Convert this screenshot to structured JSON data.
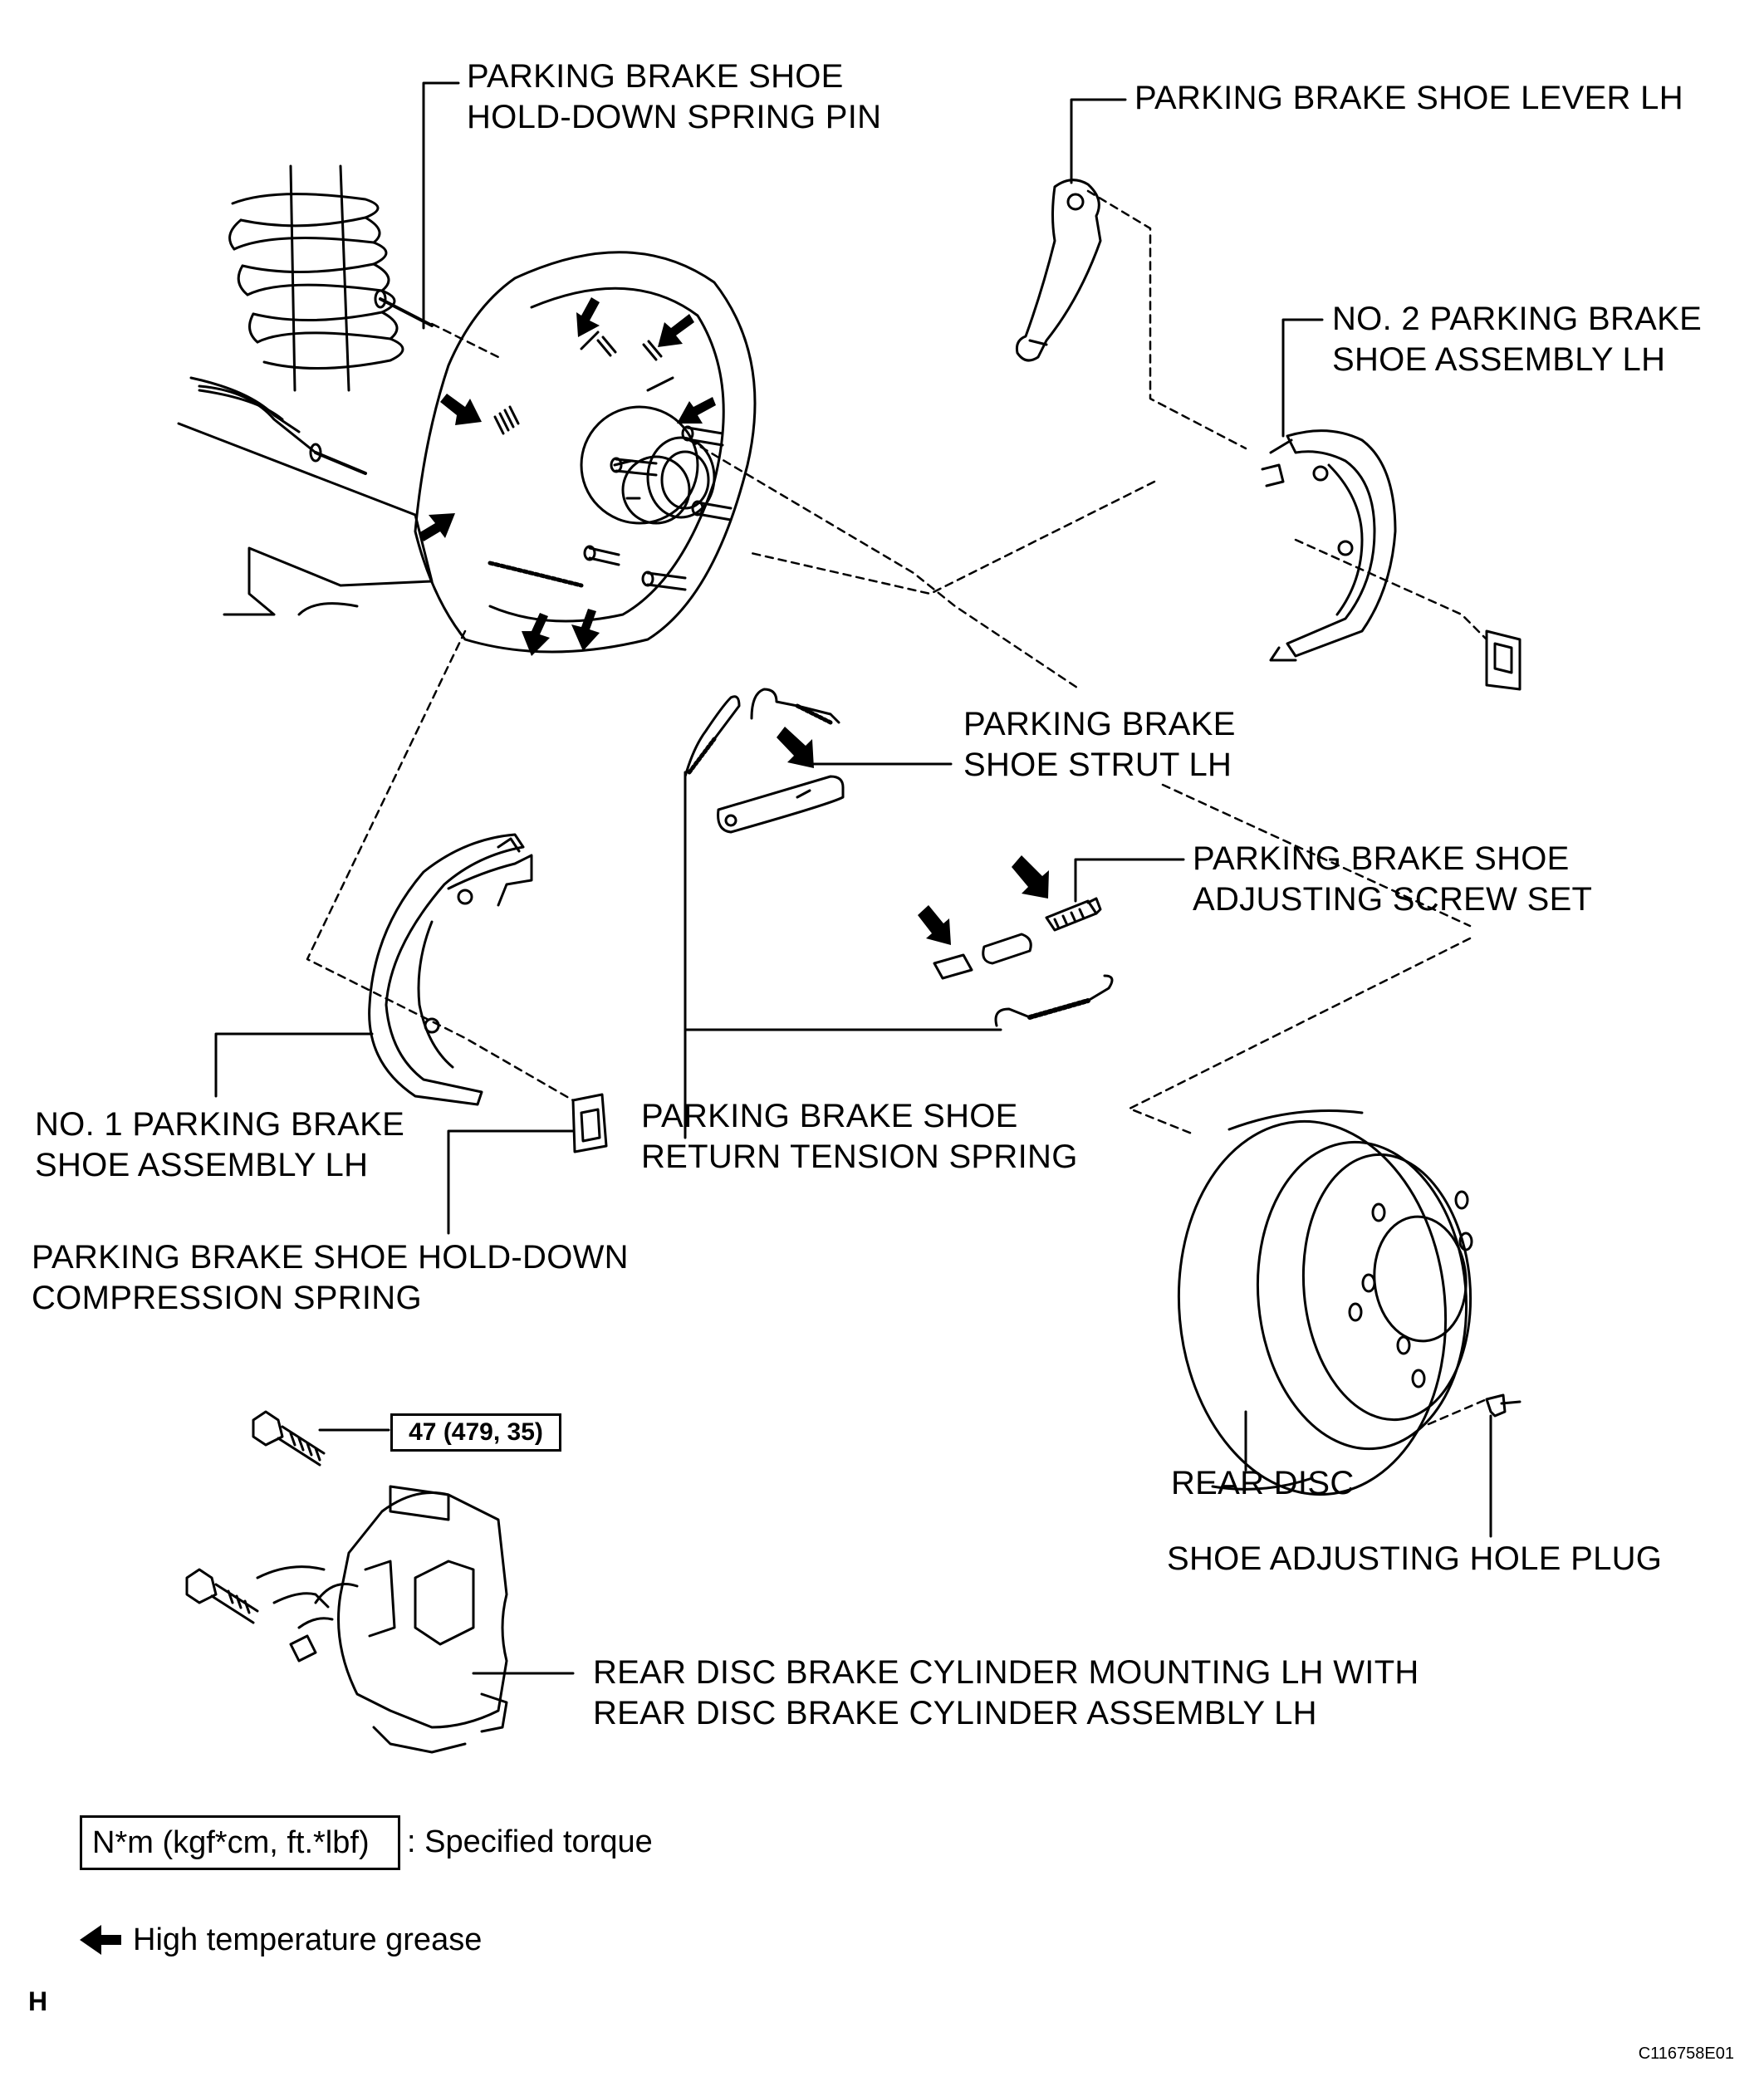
{
  "labels": {
    "hold_down_pin": [
      "PARKING BRAKE SHOE",
      "HOLD-DOWN SPRING PIN"
    ],
    "shoe_lever": [
      "PARKING BRAKE SHOE LEVER LH"
    ],
    "no2_shoe": [
      "NO. 2 PARKING BRAKE",
      "SHOE ASSEMBLY LH"
    ],
    "shoe_strut": [
      "PARKING BRAKE",
      "SHOE STRUT LH"
    ],
    "adjusting_screw": [
      "PARKING BRAKE SHOE",
      "ADJUSTING SCREW SET"
    ],
    "no1_shoe": [
      "NO. 1 PARKING BRAKE",
      "SHOE ASSEMBLY LH"
    ],
    "return_spring": [
      "PARKING BRAKE SHOE",
      "RETURN TENSION SPRING"
    ],
    "compression_spring": [
      "PARKING BRAKE SHOE HOLD-DOWN",
      "COMPRESSION SPRING"
    ],
    "rear_disc": [
      "REAR DISC"
    ],
    "hole_plug": [
      "SHOE ADJUSTING HOLE PLUG"
    ],
    "cylinder": [
      "REAR DISC BRAKE CYLINDER MOUNTING LH WITH",
      "REAR DISC BRAKE CYLINDER ASSEMBLY LH"
    ]
  },
  "torque_value": "47 (479, 35)",
  "legend": {
    "torque_unit": "N*m (kgf*cm, ft.*lbf)",
    "torque_desc": ": Specified torque",
    "grease_desc": "High temperature grease"
  },
  "corner_mark": "H",
  "figure_code": "C116758E01",
  "icons": [
    "grease-arrow-icon"
  ]
}
